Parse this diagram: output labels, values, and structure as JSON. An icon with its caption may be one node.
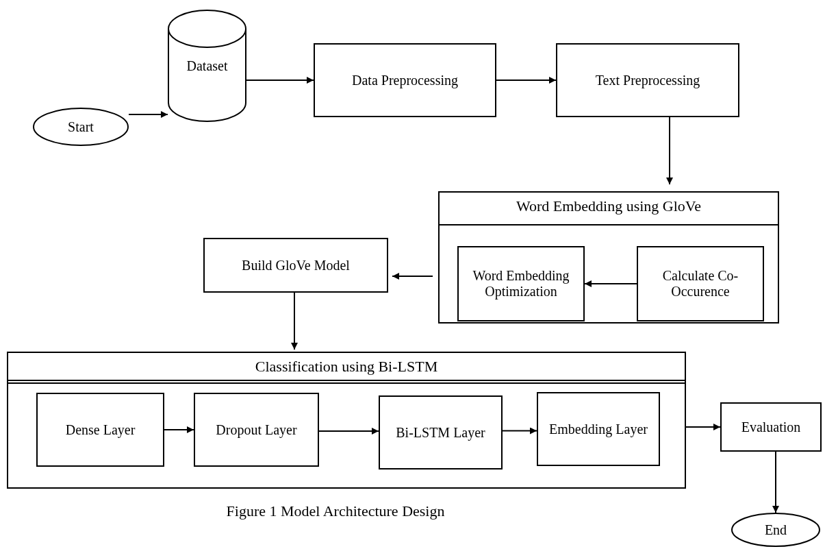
{
  "diagram": {
    "caption": "Figure 1 Model Architecture Design",
    "nodes": [
      {
        "text": [
          "Start"
        ]
      },
      {
        "text": [
          "Dataset"
        ]
      },
      {
        "text": [
          "Data Preprocessing"
        ]
      },
      {
        "text": [
          "Text Preprocessing"
        ]
      },
      {
        "text": [
          "Word Embedding using GloVe"
        ]
      },
      {
        "text": [
          "Word Embedding Optimization"
        ],
        "in": 4
      },
      {
        "text": [
          "Calculate Co-Occurence"
        ],
        "in": 4
      },
      {
        "text": [
          "Build GloVe Model"
        ]
      },
      {
        "text": [
          "Classification using Bi-LSTM"
        ]
      },
      {
        "text": [
          "Dense Layer"
        ],
        "in": 8
      },
      {
        "text": [
          "Dropout Layer"
        ],
        "in": 8
      },
      {
        "text": [
          "Bi-LSTM Layer"
        ],
        "in": 8
      },
      {
        "text": [
          "Embedding Layer"
        ],
        "in": 8
      },
      {
        "text": [
          "Evaluation"
        ]
      },
      {
        "text": [
          "End"
        ]
      }
    ],
    "edges": [
      {
        "from": 0,
        "to": 1,
        "arrow": "to"
      },
      {
        "from": 1,
        "to": 2,
        "arrow": "to"
      },
      {
        "from": 2,
        "to": 3,
        "arrow": "to"
      },
      {
        "from": 3,
        "to": 4,
        "arrow": "to"
      },
      {
        "from": 6,
        "to": 5,
        "arrow": "to"
      },
      {
        "from": 4,
        "to": 7,
        "arrow": "to"
      },
      {
        "from": 7,
        "to": 8,
        "arrow": "to"
      },
      {
        "from": 9,
        "to": 10,
        "arrow": "to"
      },
      {
        "from": 10,
        "to": 11,
        "arrow": "to"
      },
      {
        "from": 11,
        "to": 12,
        "arrow": "to"
      },
      {
        "from": 8,
        "to": 13,
        "arrow": "to"
      },
      {
        "from": 13,
        "to": 14,
        "arrow": "to"
      }
    ]
  }
}
